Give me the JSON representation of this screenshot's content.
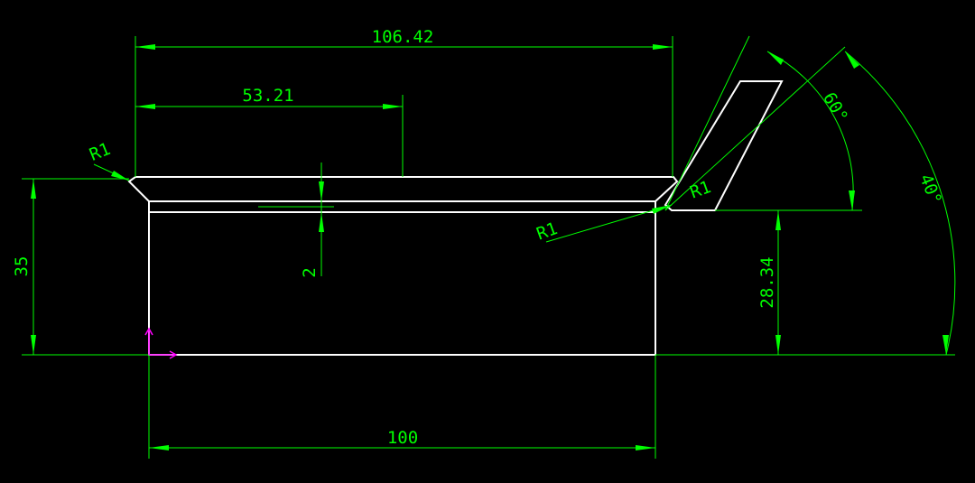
{
  "colors": {
    "background": "#000000",
    "geometry": "#ffffff",
    "dimension": "#00ff00",
    "ucs": "#ff00ff"
  },
  "dimensions": {
    "overall_width": "106.42",
    "half_width": "53.21",
    "base_width": "100",
    "total_height": "35",
    "lip_thickness": "2",
    "bevel_height": "28.34",
    "angle_inner": "60°",
    "angle_outer": "40°",
    "radius_left": "R1",
    "radius_detail": "R1",
    "radius_leader": "R1"
  },
  "icons": {
    "ucs": "ucs-origin-icon"
  }
}
